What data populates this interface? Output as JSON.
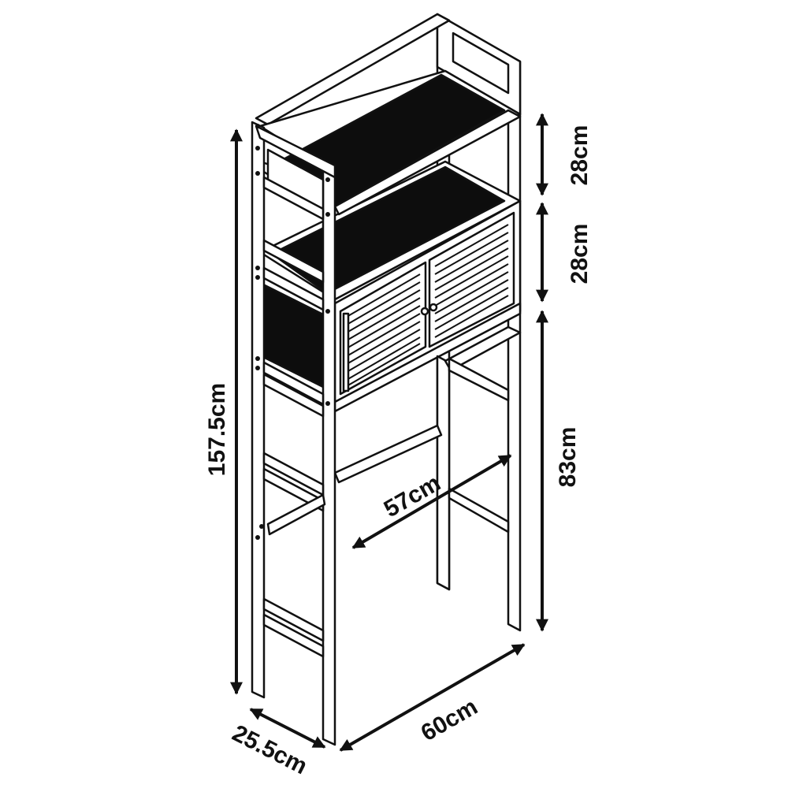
{
  "figure": {
    "colors": {
      "line": "#111111",
      "frame_fill": "#ffffff",
      "panel_fill": "#0d0d0d",
      "background": "#ffffff"
    }
  },
  "dimensions": {
    "total_height": "157.5cm",
    "top_shelf_gap": "28cm",
    "middle_shelf_gap": "28cm",
    "leg_height": "83cm",
    "inner_width": "57cm",
    "width": "60cm",
    "depth": "25.5cm"
  }
}
